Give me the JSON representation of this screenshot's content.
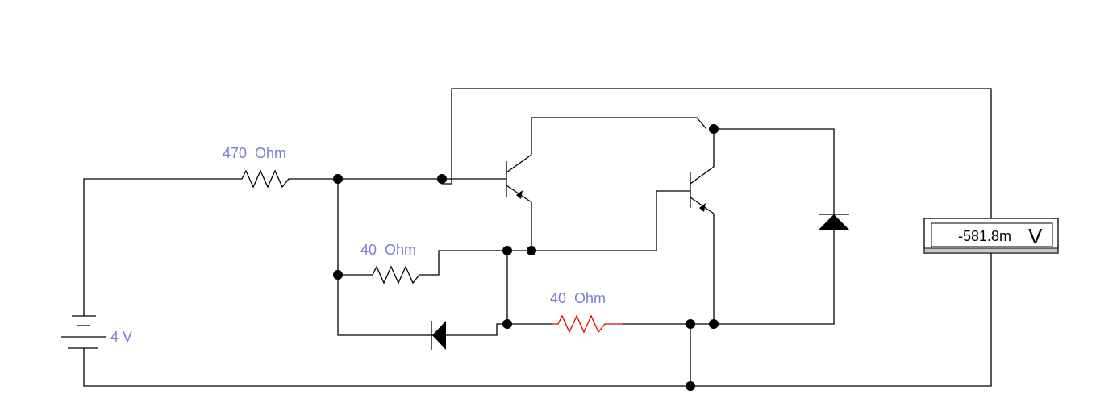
{
  "components": {
    "source_battery": {
      "label": "4 V"
    },
    "series_resistor": {
      "label": "470  Ohm"
    },
    "shunt_resistor": {
      "label": "40  Ohm"
    },
    "emitter_resistor": {
      "label": "40  Ohm"
    }
  },
  "voltmeter": {
    "reading": "-581.8m",
    "unit": "V"
  },
  "colors": {
    "wire": "#000000",
    "label": "#7b7bd8",
    "highlight_resistor": "#e00000"
  }
}
